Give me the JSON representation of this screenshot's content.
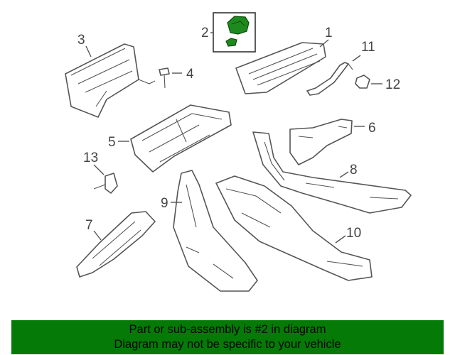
{
  "callouts": {
    "c1": "1",
    "c2": "2",
    "c3": "3",
    "c4": "4",
    "c5": "5",
    "c6": "6",
    "c7": "7",
    "c8": "8",
    "c9": "9",
    "c10": "10",
    "c11": "11",
    "c12": "12",
    "c13": "13"
  },
  "banner": {
    "line1": "Part or sub-assembly is #2 in diagram",
    "line2": "Diagram may not be specific to your vehicle"
  },
  "colors": {
    "highlight_part": "#1e8a1e",
    "banner_background": "#057a06",
    "line_art": "#555555"
  }
}
